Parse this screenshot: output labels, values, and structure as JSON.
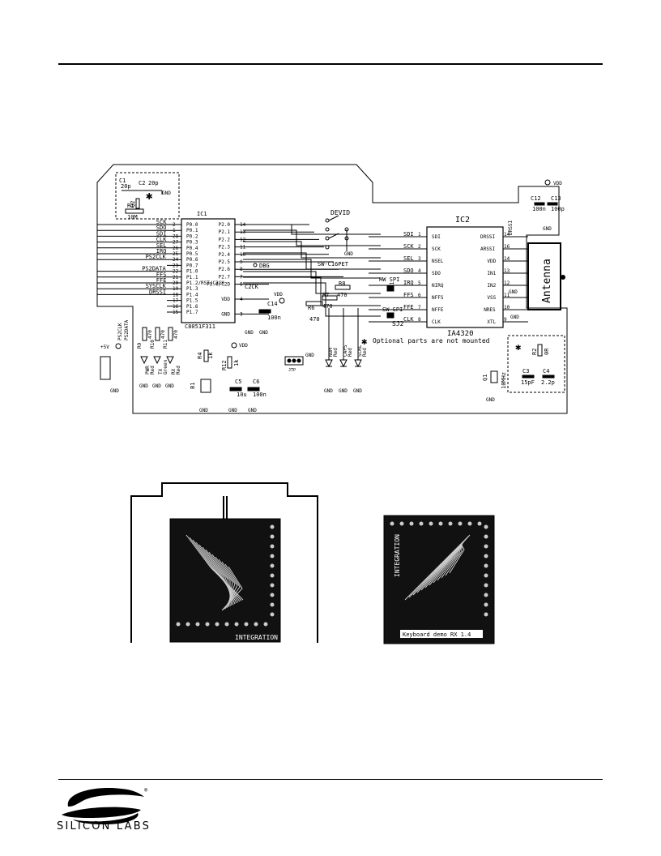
{
  "logo": {
    "name": "SILICON LABS",
    "mark": "®"
  },
  "schematic": {
    "ic1": {
      "ref": "IC1",
      "part": "C8051F311",
      "left_pins": [
        "P0.0",
        "P0.1",
        "P0.2",
        "P0.3",
        "P0.4",
        "P0.5",
        "P0.6",
        "P0.7",
        "P1.0",
        "P1.1",
        "P1.2/RST/C2CK",
        "P1.3",
        "P1.4",
        "P1.5",
        "P1.6",
        "P1.7"
      ],
      "left_nums": [
        "2",
        "1",
        "28",
        "27",
        "26",
        "25",
        "24",
        "23",
        "22",
        "21",
        "20",
        "19",
        "18",
        "17",
        "16",
        "15"
      ],
      "right_pins": [
        "P2.0",
        "P2.1",
        "P2.2",
        "P2.3",
        "P2.4",
        "P2.5",
        "P2.6",
        "P2.7",
        "P3.0/C2D",
        "",
        "VDD",
        "",
        "GND"
      ],
      "right_nums": [
        "14",
        "13",
        "12",
        "11",
        "10",
        "9",
        "8",
        "7",
        "6",
        "",
        "4",
        "",
        "3"
      ]
    },
    "ic1_signals": [
      "SCK",
      "SDO",
      "SDI",
      "CLK",
      "SEL",
      "IRQ",
      "PS2CLK",
      "",
      "PS2DATA",
      "FFS",
      "FFE",
      "SYSCLK",
      "DRSSI"
    ],
    "ic2": {
      "ref": "IC2",
      "part": "IA4320",
      "left_pins": [
        "SDI",
        "SCK",
        "NSEL",
        "SDO",
        "NIRQ",
        "NFFS",
        "NFFE",
        "CLK"
      ],
      "left_nums": [
        "1",
        "2",
        "3",
        "4",
        "5",
        "6",
        "7",
        "8"
      ],
      "right_pins": [
        "DRSSI",
        "ARSSI",
        "VDD",
        "IN1",
        "IN2",
        "VSS",
        "NRES",
        "XTL"
      ],
      "right_nums": [
        "14",
        "16",
        "14",
        "13",
        "12",
        "11",
        "10",
        "9"
      ]
    },
    "ic2_signals": [
      "SDI",
      "SCK",
      "SEL",
      "SDO",
      "IRQ",
      "FFS",
      "FFE",
      "CLK"
    ],
    "labels": {
      "devid": "DEVID",
      "sw": "SW-C16PET",
      "dbg": "DBG",
      "c2ck": "C2CK",
      "hw_spi": "HW SPI",
      "sw_spi": "SW SPI",
      "sj1": "SJ1",
      "sj2": "SJ2",
      "antenna": "Antenna",
      "optional": "Optional parts are not mounted",
      "asterisk": "✱",
      "drssi": "DRSSI",
      "jtp": "JTP",
      "plus5v": "+5V"
    },
    "parts": {
      "c1": "C1",
      "c1v": "20p",
      "c2": "C2",
      "c2v": "20p",
      "q2": "Q2",
      "r1": "R1",
      "r1v": "10M",
      "c12": "C12",
      "c12v": "100n",
      "c13": "C13",
      "c13v": "100p",
      "c14": "C14",
      "c14v": "100n",
      "r6": "R6",
      "r6v": "470",
      "r7": "R7",
      "r7v": "470",
      "r8": "R8",
      "r8v": "470",
      "r9": "R9",
      "r9v": "470",
      "r10": "R10",
      "r10v": "470",
      "r11": "R11",
      "r11v": "470",
      "r4": "R4",
      "r4v": "1k",
      "r12": "R12",
      "r12v": "1k",
      "c5": "C5",
      "c5v": "10u",
      "c6": "C6",
      "c6v": "100n",
      "c3": "C3",
      "c3v": "15pF",
      "c4": "C4",
      "c4v": "2.2p",
      "r2": "R2",
      "r2v": "0R",
      "q1": "Q1",
      "q1v": "10MHz",
      "b1": "B1",
      "led_labels": [
        "NUM",
        "CAPS",
        "SCRL"
      ],
      "led_colors": [
        "Red",
        "Red",
        "Red"
      ],
      "led2_labels": [
        "PWR",
        "TX",
        "RX"
      ],
      "led2_colors": [
        "Red",
        "Green",
        "Red"
      ],
      "ps2clk": "PS2CLK",
      "ps2data": "PS2DATA"
    },
    "rails": {
      "vdd": "VDD",
      "gnd": "GND"
    }
  },
  "pcb": {
    "top_silk": "INTEGRATION",
    "bottom_silk": "INTEGRATION",
    "board_label": "Keyboard demo RX 1.4"
  }
}
